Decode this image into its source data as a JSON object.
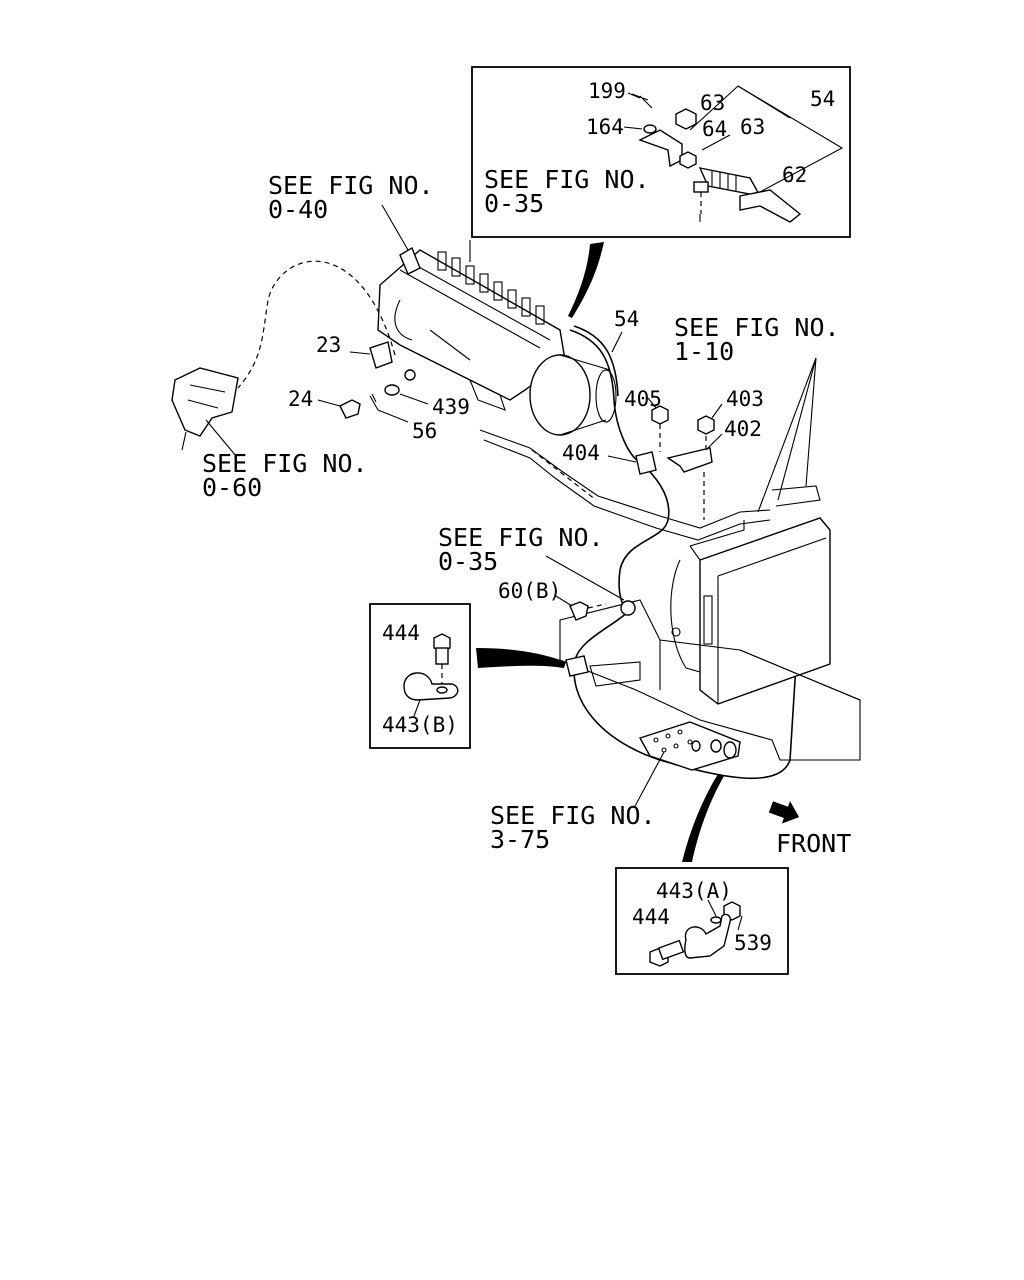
{
  "callouts": {
    "c199": "199",
    "c164": "164",
    "c63a": "63",
    "c64": "64",
    "c63b": "63",
    "c54a": "54",
    "c62": "62",
    "c54b": "54",
    "c23": "23",
    "c24": "24",
    "c439": "439",
    "c56": "56",
    "c405": "405",
    "c403": "403",
    "c402": "402",
    "c404": "404",
    "c60b": "60(B)",
    "c444a": "444",
    "c443b": "443(B)",
    "c443a": "443(A)",
    "c444b": "444",
    "c539": "539"
  },
  "references": {
    "r040": {
      "line1": "SEE FIG NO.",
      "line2": "0-40"
    },
    "r035top": {
      "line1": "SEE FIG NO.",
      "line2": "0-35"
    },
    "r110": {
      "line1": "SEE FIG NO.",
      "line2": "1-10"
    },
    "r060": {
      "line1": "SEE FIG NO.",
      "line2": "0-60"
    },
    "r035mid": {
      "line1": "SEE FIG NO.",
      "line2": "0-35"
    },
    "r375": {
      "line1": "SEE FIG NO.",
      "line2": "3-75"
    }
  },
  "front_label": "FRONT"
}
